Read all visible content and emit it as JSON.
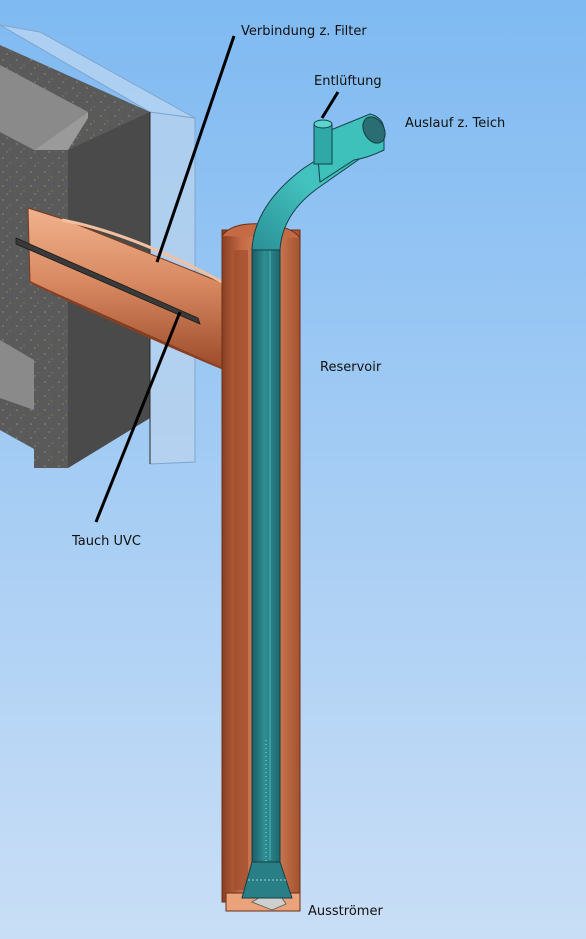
{
  "labels": {
    "filter": "Verbindung z. Filter",
    "vent": "Entlüftung",
    "outlet": "Auslauf z. Teich",
    "reservoir": "Reservoir",
    "uvc": "Tauch UVC",
    "diffuser": "Ausströmer"
  },
  "colors": {
    "sky_top": "#7fbaf2",
    "sky_bottom": "#c9def6",
    "copper": "#c46a45",
    "copper_light": "#e39b73",
    "copper_dark": "#8a3f22",
    "teal": "#2e8f92",
    "teal_light": "#4fd0c8",
    "teal_dark": "#1c5c66",
    "concrete": "#555555",
    "concrete_dark": "#383838",
    "concrete_light": "#8a8a8a",
    "glass": "#b9d3ee"
  }
}
